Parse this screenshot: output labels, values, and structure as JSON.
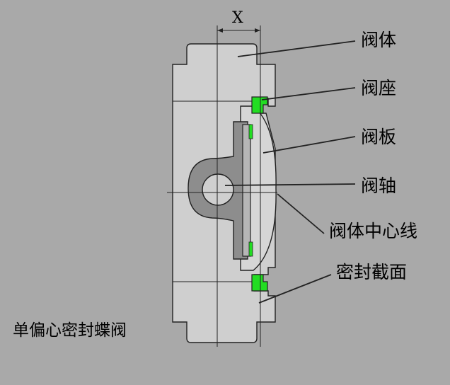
{
  "dimension_label": "X",
  "labels": {
    "valve_body": "阀体",
    "valve_seat": "阀座",
    "valve_plate": "阀板",
    "valve_shaft": "阀轴",
    "body_center_line": "阀体中心线",
    "seal_section": "密封截面"
  },
  "title": "单偏心密封蝶阀",
  "colors": {
    "background": "#a9a9a9",
    "body_fill": "#cfcfcf",
    "plate_fill": "#d6d6d6",
    "shaft_fill": "#8a8a8a",
    "seat_green": "#22dd22"
  }
}
